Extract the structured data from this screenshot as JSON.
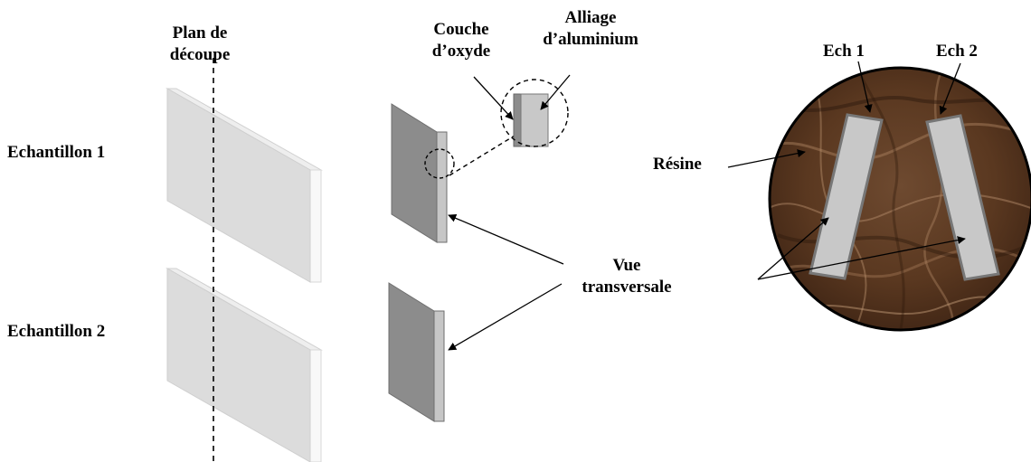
{
  "labels": {
    "plan_line1": "Plan de",
    "plan_line2": "découpe",
    "echantillon_1": "Echantillon 1",
    "echantillon_2": "Echantillon 2",
    "couche_line1": "Couche",
    "couche_line2": "d’oxyde",
    "alliage_line1": "Alliage",
    "alliage_line2": "d’aluminium",
    "vue_line1": "Vue",
    "vue_line2": "transversale",
    "resine": "Résine",
    "ech_1": "Ech 1",
    "ech_2": "Ech 2"
  },
  "colors": {
    "plate_face": "#dcdcdc",
    "plate_top": "#eeeeee",
    "plate_side": "#f6f6f6",
    "section_face": "#8c8c8c",
    "section_edge": "#c4c4c4",
    "resin_dark": "#4a2a18",
    "resin_light": "#9a7050",
    "sample_fill": "#c8c8c8",
    "sample_stroke": "#777777"
  }
}
